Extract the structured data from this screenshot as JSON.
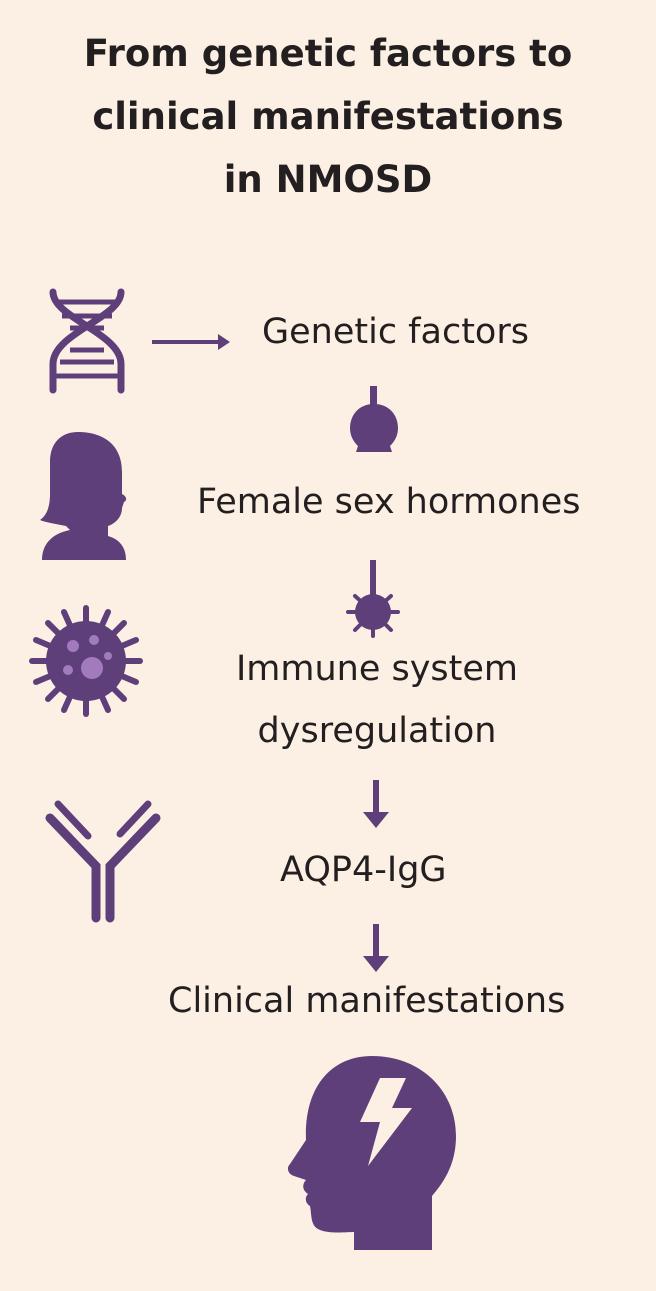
{
  "title": {
    "lines": [
      "From genetic factors to",
      "clinical manifestations",
      "in NMOSD"
    ]
  },
  "steps": [
    {
      "label": "Genetic factors",
      "icon": "dna-icon"
    },
    {
      "label": "Female sex hormones",
      "icon": "woman-silhouette-icon"
    },
    {
      "label_lines": [
        "Immune system",
        "dysregulation"
      ],
      "icon": "virus-icon"
    },
    {
      "label": "AQP4-IgG",
      "icon": "antibody-icon"
    },
    {
      "label": "Clinical manifestations",
      "icon": "head-lightning-icon"
    }
  ],
  "colors": {
    "accent": "#5e3f7a",
    "background": "#fcf0e4",
    "text": "#231f20",
    "spots": "#a27bbf"
  }
}
